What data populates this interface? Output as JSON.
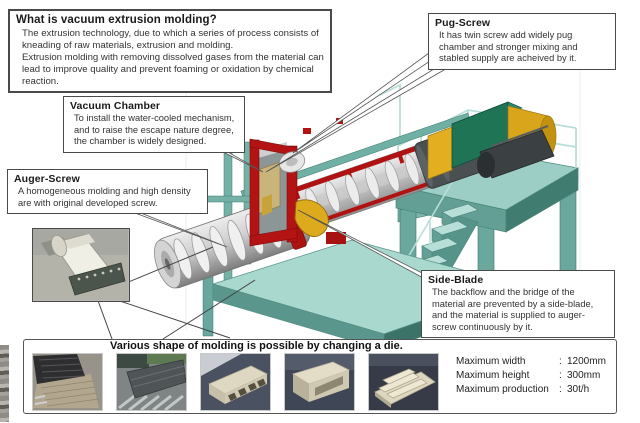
{
  "intro_box": {
    "title": "What is vacuum extrusion molding?",
    "body_lines": [
      "The extrusion technology, due to which a series of process consists of kneading of raw materials, extrusion and molding.",
      "Extrusion molding with removing dissolved gases from the material can lead to improve quality and prevent foaming or oxidation by chemical reaction."
    ]
  },
  "callouts": {
    "pug_screw": {
      "title": "Pug-Screw",
      "body": "It has twin screw add widely pug chamber and stronger mixing and stabled supply are acheived by it."
    },
    "vacuum_chamber": {
      "title": "Vacuum Chamber",
      "body": "To install the water-cooled mechanism, and to raise the escape nature degree, the chamber is widely designed."
    },
    "auger_screw": {
      "title": "Auger-Screw",
      "body": "A homogeneous molding and high density are with original developed screw."
    },
    "side_blade": {
      "title": "Side-Blade",
      "body": "The backflow and the bridge of the material are prevented by a side-blade, and the material is supplied to auger-screw continuously by it."
    }
  },
  "bottom_panel": {
    "caption": "Various shape of molding is possible by changing a die.",
    "photos": [
      "molded-mat-coil-photo",
      "extruded-boards-on-rollers-photo",
      "hollow-deck-profile-photo",
      "l-shaped-profile-photo",
      "ribbed-block-profile-photo"
    ],
    "specs": [
      {
        "label": "Maximum width",
        "sep": ":",
        "value": "1200mm"
      },
      {
        "label": "Maximum height",
        "sep": ":",
        "value": "300mm"
      },
      {
        "label": "Maximum production",
        "sep": ":",
        "value": "30t/h"
      }
    ]
  },
  "machine": {
    "parts": [
      "pug-screw-barrel",
      "vacuum-chamber-frame",
      "auger-screw-barrel",
      "side-blade-part",
      "platform-railing",
      "stairs",
      "drive-motor",
      "gearbox",
      "base-platform"
    ],
    "colors": {
      "teal_light": "#a9d8cf",
      "teal_mid": "#639f94",
      "teal_dark": "#3c7368",
      "chamber_red": "#b31313",
      "blade_yellow": "#dcaa1c",
      "motor_dark": "#3b4042",
      "gear_green": "#1f7456",
      "screw_silver": "#e8e8e8"
    }
  }
}
